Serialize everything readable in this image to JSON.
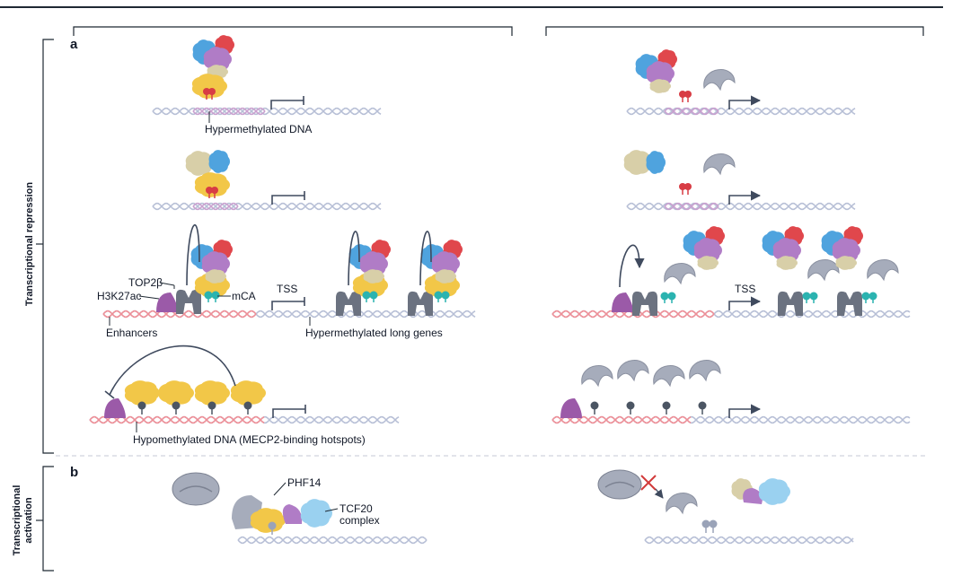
{
  "panels": {
    "a": "a",
    "b": "b"
  },
  "side_labels": {
    "repression": "Transcriptional repression",
    "activation_line1": "Transcriptional",
    "activation_line2": "activation"
  },
  "labels": {
    "hypermethylated_dna": "Hypermethylated DNA",
    "top2b": "TOP2β",
    "h3k27ac": "H3K27ac",
    "mca": "mCA",
    "tss_left": "TSS",
    "tss_right": "TSS",
    "enhancers": "Enhancers",
    "hypermethylated_long_genes": "Hypermethylated long genes",
    "hypomethylated_dna": "Hypomethylated DNA (MECP2-binding hotspots)",
    "phf14": "PHF14",
    "tcf20_line1": "TCF20",
    "tcf20_line2": "complex"
  },
  "colors": {
    "dna": "#b7bfd6",
    "dna_methylated": "#c9a0cf",
    "dna_enhancer": "#ef8f97",
    "mecp2": "#f2c748",
    "repressor_blue": "#4fa3de",
    "repressor_purple": "#b07cc6",
    "repressor_red": "#e0474c",
    "repressor_beige": "#d8cfa8",
    "top2b": "#6b7280",
    "h3k27ac": "#9b5aa8",
    "mca": "#2bb3b0",
    "methyl_red": "#d83c44",
    "hypo_site": "#4b5563",
    "grey_protein": "#a6acbb",
    "arrow": "#3f4a5e"
  }
}
